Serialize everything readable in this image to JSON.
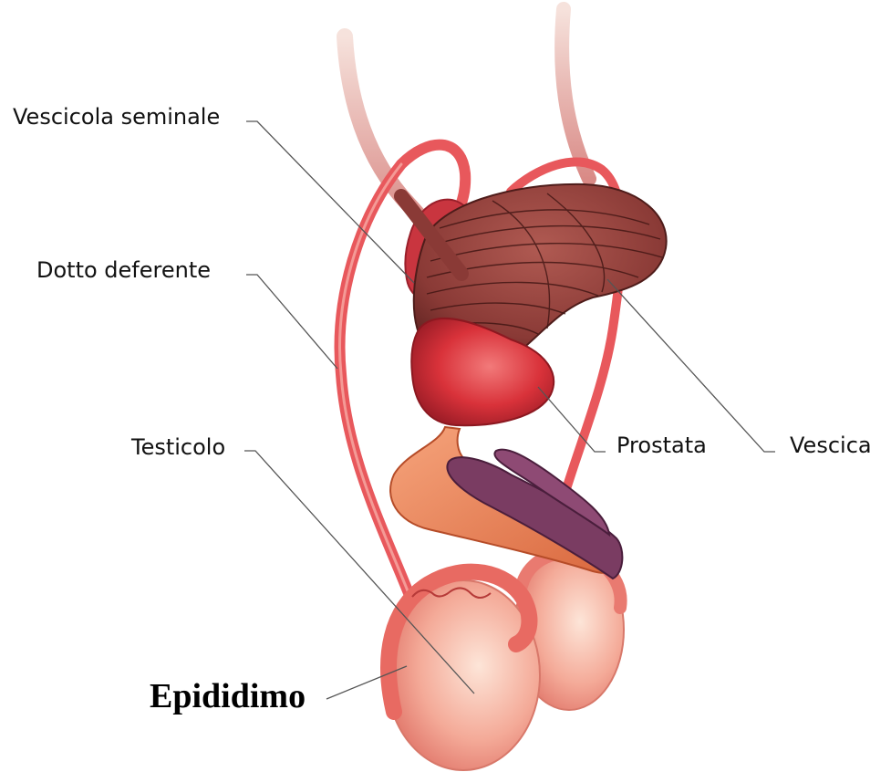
{
  "labels": {
    "seminal_vesicle": "Vescicola seminale",
    "vas_deferens": "Dotto deferente",
    "testicle": "Testicolo",
    "prostate": "Prostata",
    "bladder": "Vescica",
    "epididymis": "Epididimo"
  },
  "colors": {
    "duct": "#e8585c",
    "bladder": "#8a3a36",
    "prostate": "#d9323a",
    "testicle": "#f4aa98",
    "penis_shaft": "#7a3c62",
    "urethra": "#e4845a",
    "leader_line": "#555555"
  }
}
